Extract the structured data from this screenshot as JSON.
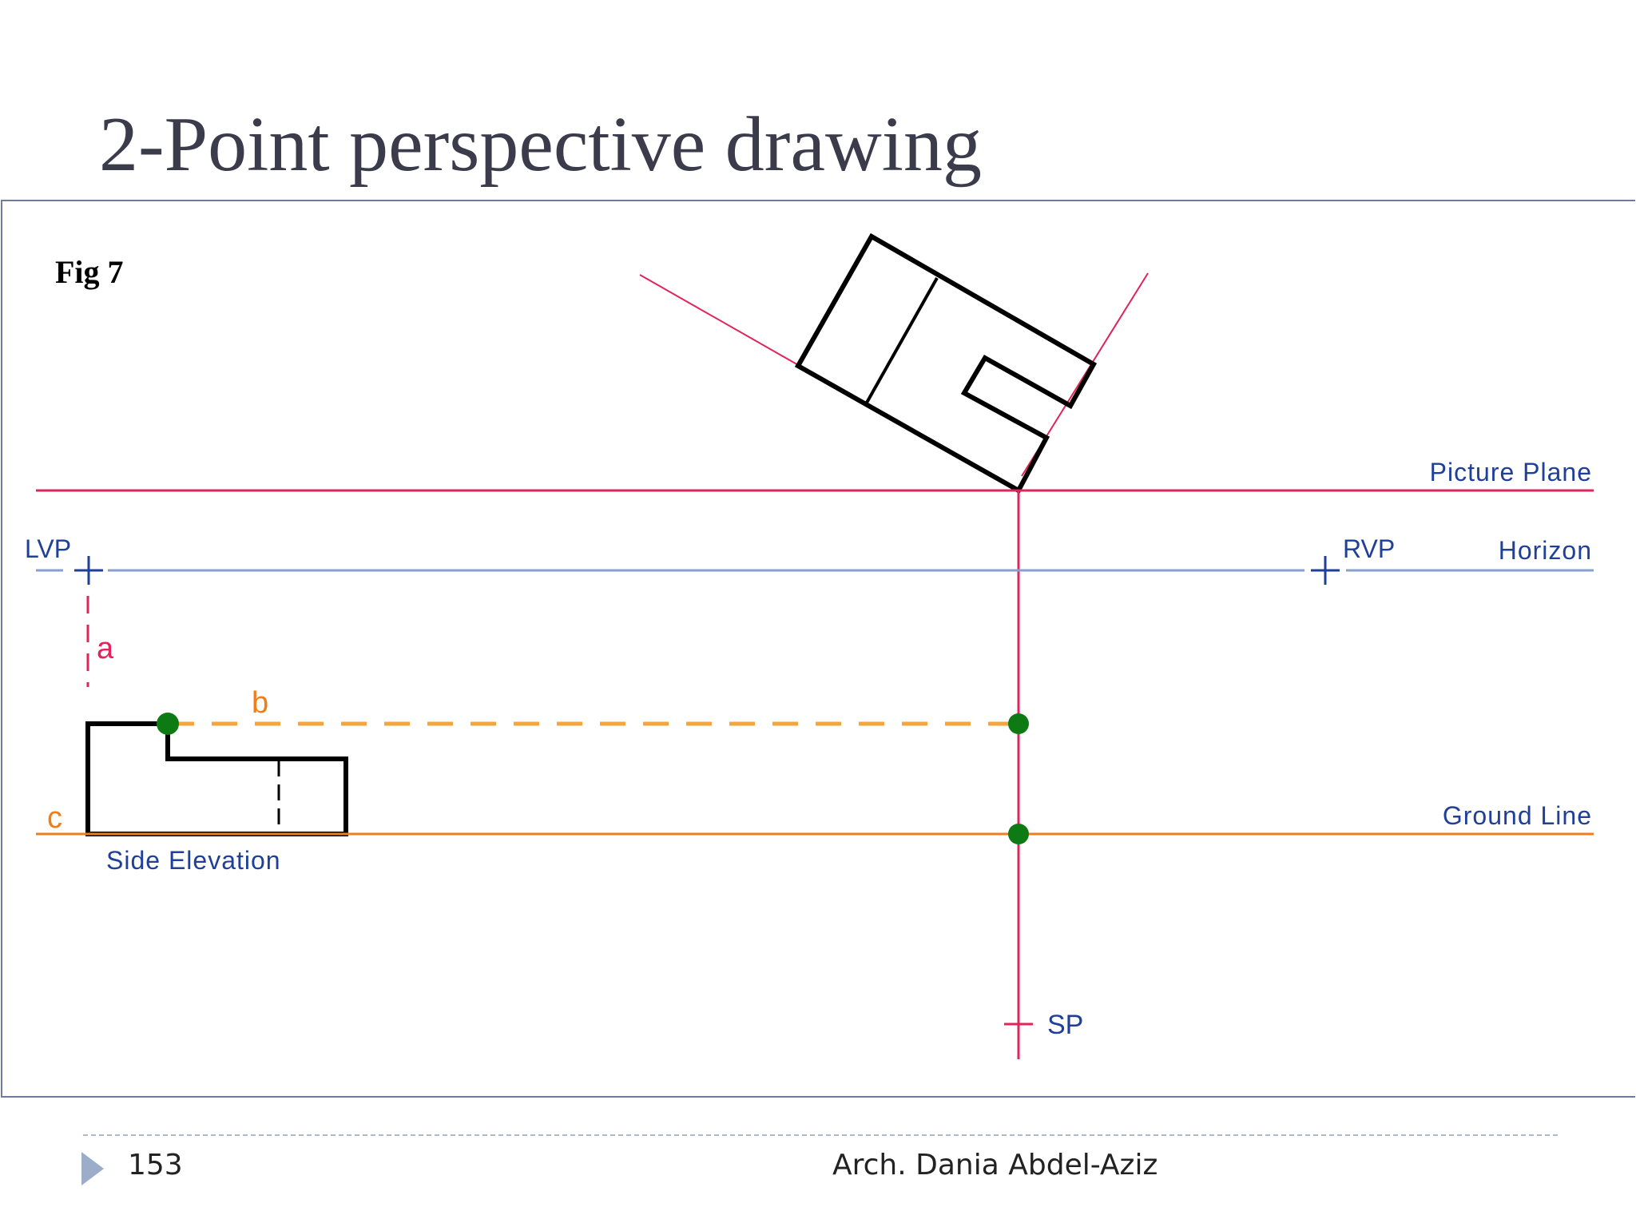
{
  "title": "2-Point perspective drawing",
  "figure": {
    "caption": "Fig 7",
    "labels": {
      "picture_plane": "Picture Plane",
      "horizon": "Horizon",
      "ground_line": "Ground Line",
      "lvp": "LVP",
      "rvp": "RVP",
      "sp": "SP",
      "side_elevation": "Side Elevation",
      "a": "a",
      "b": "b",
      "c": "c"
    },
    "colors": {
      "picture_plane": "#e0245c",
      "horizon": "#8aa0cc",
      "ground_line": "#f07d1a",
      "measuring_line": "#f2a640",
      "label_blue": "#1f3f99",
      "label_red": "#e0245c",
      "label_orange": "#f07d1a",
      "point_green": "#0e7a14",
      "outline": "#000000"
    }
  },
  "footer": {
    "page_number": "153",
    "author": "Arch. Dania Abdel-Aziz"
  }
}
